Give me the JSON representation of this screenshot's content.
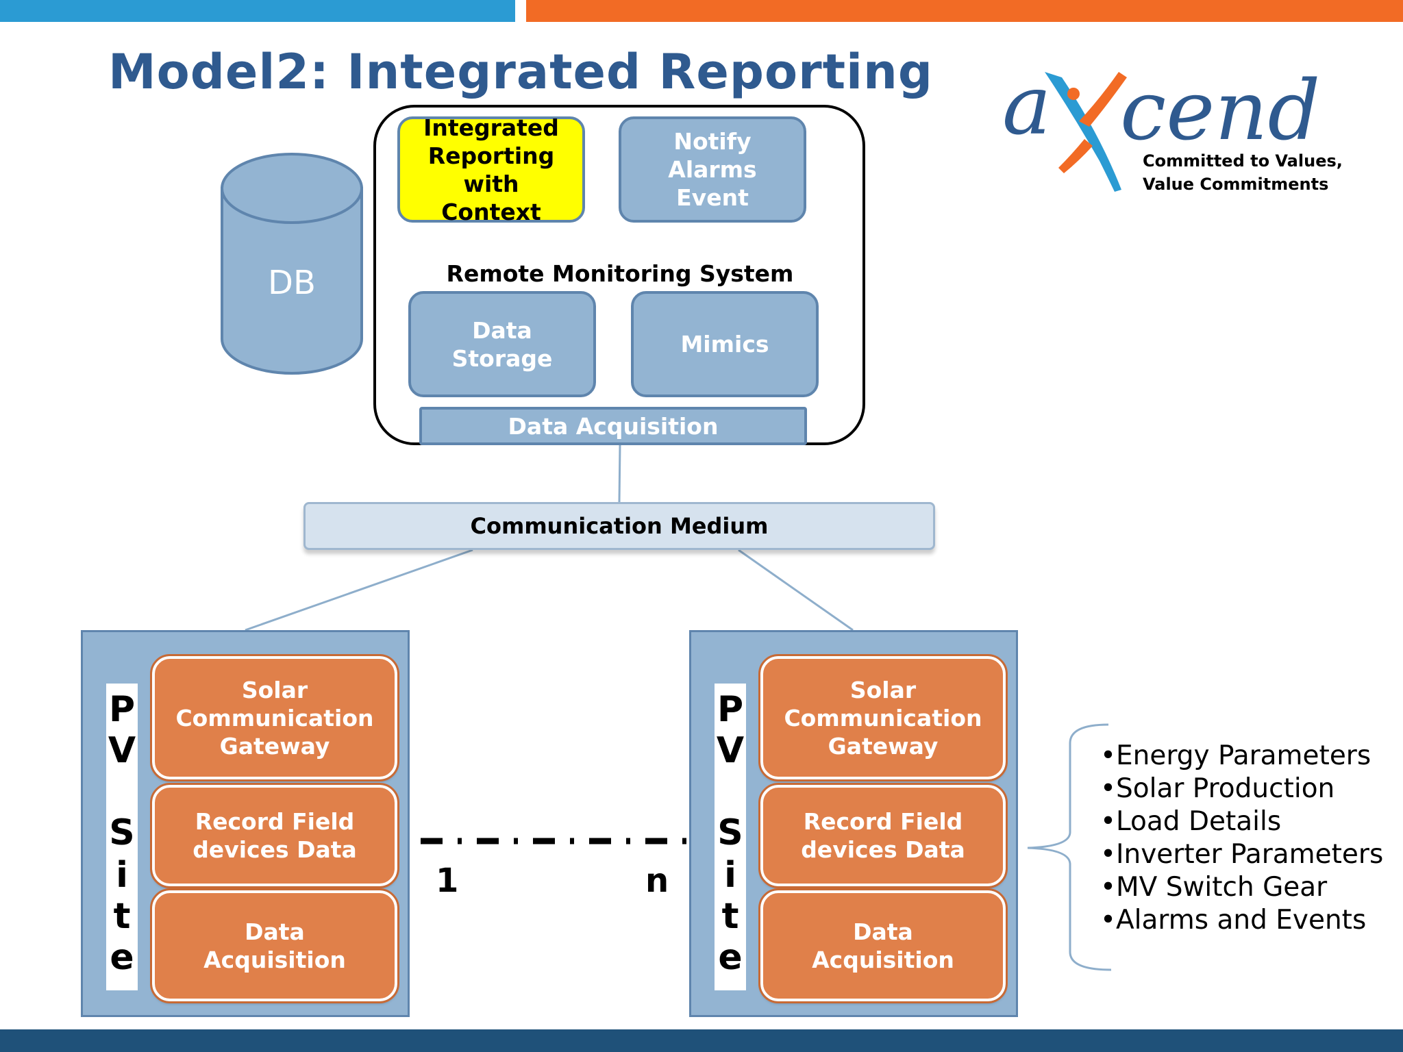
{
  "title": "Model2: Integrated Reporting",
  "logo": {
    "brand": "axcend",
    "tagline_line1": "Committed to Values,",
    "tagline_line2": "Value Commitments"
  },
  "db": {
    "label": "DB"
  },
  "rms": {
    "label": "Remote Monitoring System",
    "integrated_reporting": [
      "Integrated",
      "Reporting",
      "with",
      "Context"
    ],
    "notify": [
      "Notify",
      "Alarms",
      "Event"
    ],
    "data_storage": [
      "Data",
      "Storage"
    ],
    "mimics": "Mimics",
    "data_acquisition": "Data Acquisition"
  },
  "communication_medium": "Communication Medium",
  "sites": [
    {
      "vertical_label": [
        "P",
        "V",
        "",
        "S",
        "i",
        "t",
        "e"
      ],
      "gateway": [
        "Solar",
        "Communication",
        "Gateway"
      ],
      "record": [
        "Record Field",
        "devices Data"
      ],
      "acquisition": [
        "Data",
        "Acquisition"
      ]
    },
    {
      "vertical_label": [
        "P",
        "V",
        "",
        "S",
        "i",
        "t",
        "e"
      ],
      "gateway": [
        "Solar",
        "Communication",
        "Gateway"
      ],
      "record": [
        "Record Field",
        "devices Data"
      ],
      "acquisition": [
        "Data",
        "Acquisition"
      ]
    }
  ],
  "range": {
    "start": "1",
    "end": "n"
  },
  "parameters": [
    "•Energy Parameters",
    "•Solar Production",
    "•Load Details",
    "•Inverter Parameters",
    "•MV Switch Gear",
    "•Alarms and Events"
  ],
  "colors": {
    "top_blue": "#2b9bd3",
    "top_orange": "#f26b25",
    "bottom_bar": "#1f5179",
    "title": "#2f5a8f",
    "box_blue": "#93b4d2",
    "box_orange": "#e0804a",
    "highlight": "#ffff00"
  }
}
